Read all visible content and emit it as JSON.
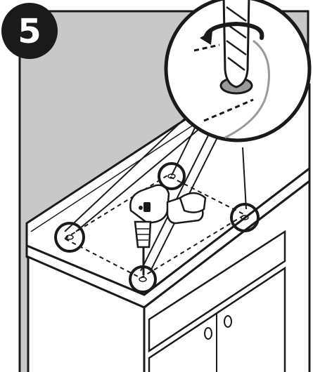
{
  "step": {
    "number": "5"
  },
  "colors": {
    "background": "#ffffff",
    "wall": "#c8c8c8",
    "outline": "#1a1a1a",
    "fill": "#ffffff",
    "badge": "#1a1a1a",
    "badge_text": "#ffffff",
    "cord": "#9a9a9a"
  },
  "icons": {
    "badge": "step-number-badge",
    "drill": "cordless-drill-icon",
    "rotation": "clockwise-arrow-icon",
    "callout": "magnifier-callout",
    "hole": "pilot-hole-marker"
  },
  "callouts": {
    "marker_count": 4
  }
}
